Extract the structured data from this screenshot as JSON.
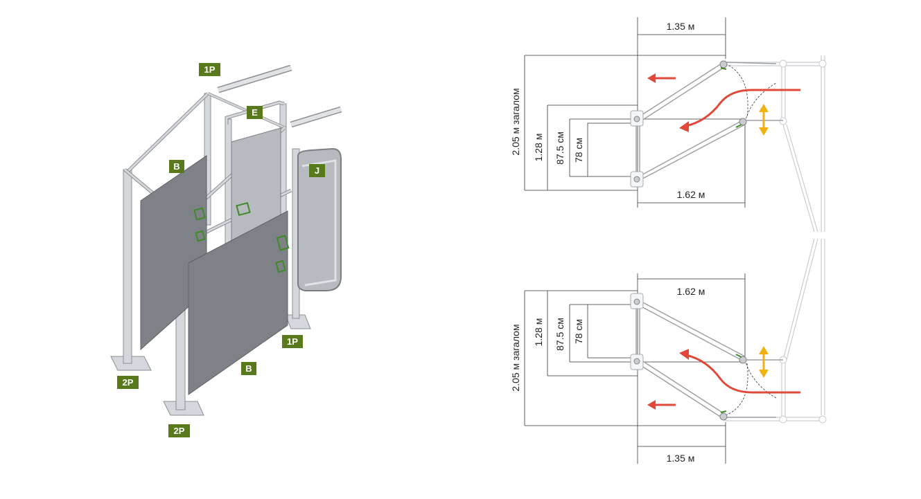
{
  "tags": {
    "p1_top": "1P",
    "e": "E",
    "j": "J",
    "b_top": "B",
    "b_bottom": "B",
    "p1_bottom": "1P",
    "p2_left": "2P",
    "p2_bottom": "2P"
  },
  "top_plan": {
    "width_upper": "1.35 м",
    "width_lower": "1.62 м",
    "height_total": "2.05 м загалом",
    "height_1": "1.28 м",
    "height_2": "87.5 см",
    "height_3": "78 см"
  },
  "bottom_plan": {
    "width_upper": "1.62 м",
    "width_lower": "1.35 м",
    "height_total": "2.05 м загалом",
    "height_1": "1.28 м",
    "height_2": "87.5 см",
    "height_3": "78 см"
  },
  "colors": {
    "tag_green": "#587a1c",
    "flow_arrow_red": "#e0483a",
    "swing_arrow_yellow": "#f1b20f",
    "frame_grey": "#9a9ea3"
  }
}
